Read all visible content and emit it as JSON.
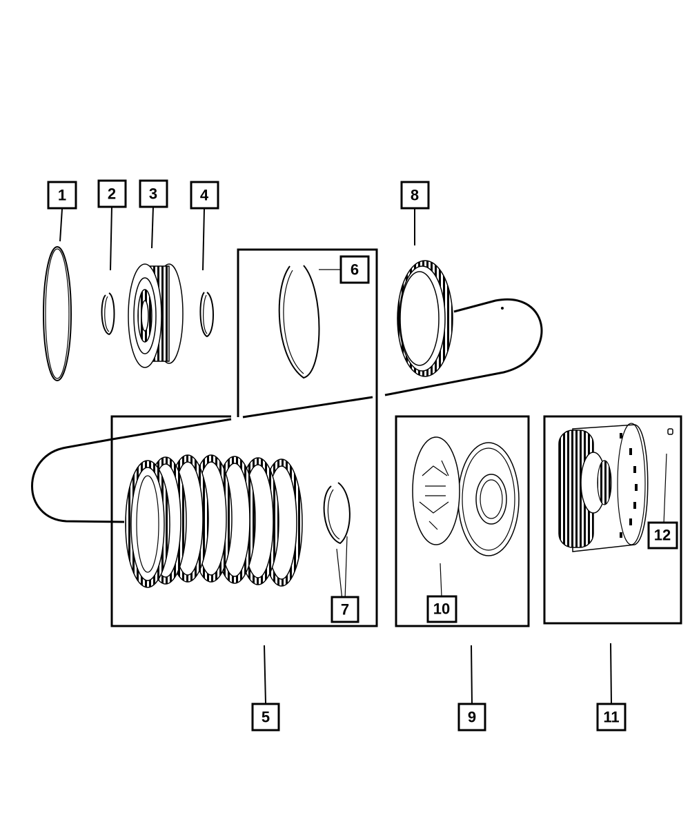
{
  "callouts": [
    {
      "id": "1",
      "label": "1"
    },
    {
      "id": "2",
      "label": "2"
    },
    {
      "id": "3",
      "label": "3"
    },
    {
      "id": "4",
      "label": "4"
    },
    {
      "id": "5",
      "label": "5"
    },
    {
      "id": "6",
      "label": "6"
    },
    {
      "id": "7",
      "label": "7"
    },
    {
      "id": "8",
      "label": "8"
    },
    {
      "id": "9",
      "label": "9"
    },
    {
      "id": "10",
      "label": "10"
    },
    {
      "id": "11",
      "label": "11"
    },
    {
      "id": "12",
      "label": "12"
    }
  ],
  "parts": [
    {
      "callout": "1",
      "icon": "snap-ring-icon"
    },
    {
      "callout": "2",
      "icon": "snap-ring-icon"
    },
    {
      "callout": "3",
      "icon": "clutch-hub-icon"
    },
    {
      "callout": "4",
      "icon": "snap-ring-icon"
    },
    {
      "callout": "5",
      "icon": "clutch-pack-icon"
    },
    {
      "callout": "6",
      "icon": "snap-ring-icon"
    },
    {
      "callout": "7",
      "icon": "snap-ring-icon"
    },
    {
      "callout": "8",
      "icon": "pressure-plate-icon"
    },
    {
      "callout": "9",
      "icon": "piston-kit-icon"
    },
    {
      "callout": "10",
      "icon": "spring-plate-icon"
    },
    {
      "callout": "11",
      "icon": "clutch-retainer-icon"
    },
    {
      "callout": "12",
      "icon": "plug-icon"
    }
  ]
}
